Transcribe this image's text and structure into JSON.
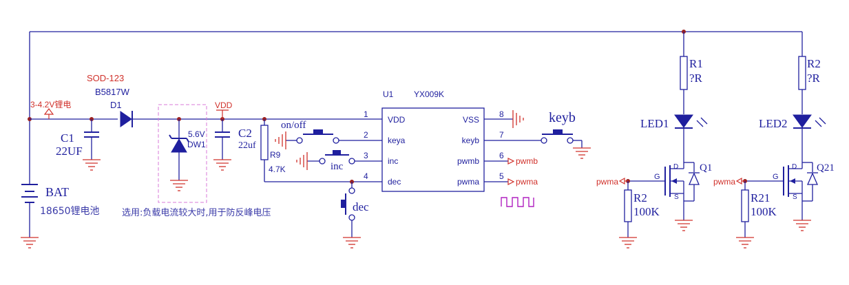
{
  "labels": {
    "sod": "SOD-123",
    "diode_part": "B5817W",
    "d1": "D1",
    "bat_voltage": "3-4.2V锂电",
    "c1": "C1",
    "c1_val": "22UF",
    "bat": "BAT",
    "bat_type": "18650锂电池",
    "zener_v": "5.6V",
    "dw1": "DW1",
    "vdd": "VDD",
    "c2": "C2",
    "c2_val": "22uf",
    "r9": "R9",
    "r9_val": "4.7K",
    "note": "选用:负载电流较大时,用于防反峰电压",
    "onoff": "on/off",
    "inc": "inc",
    "dec": "dec",
    "keyb": "keyb",
    "u1": "U1",
    "u1_part": "YX009K",
    "r1": "R1",
    "r1_val": "?R",
    "r2": "R2",
    "r2_val": "?R",
    "led1": "LED1",
    "led2": "LED2",
    "q1": "Q1",
    "q21": "Q21",
    "r2b": "R2",
    "r2b_val": "100K",
    "r21": "R21",
    "r21_val": "100K",
    "pwma_left": "pwma",
    "pwma_right": "pwma",
    "gate_g1": "G",
    "gate_d1": "D",
    "gate_s1": "S",
    "gate_g2": "G",
    "gate_d2": "D",
    "gate_s2": "S"
  },
  "ic": {
    "pins": [
      {
        "num": "1",
        "name": "VDD"
      },
      {
        "num": "2",
        "name": "keya"
      },
      {
        "num": "3",
        "name": "inc"
      },
      {
        "num": "4",
        "name": "dec"
      },
      {
        "num": "5",
        "name": "pwma"
      },
      {
        "num": "6",
        "name": "pwmb"
      },
      {
        "num": "7",
        "name": "keyb"
      },
      {
        "num": "8",
        "name": "VSS"
      }
    ],
    "net_pwmb": "pwmb",
    "net_pwma": "pwma"
  }
}
